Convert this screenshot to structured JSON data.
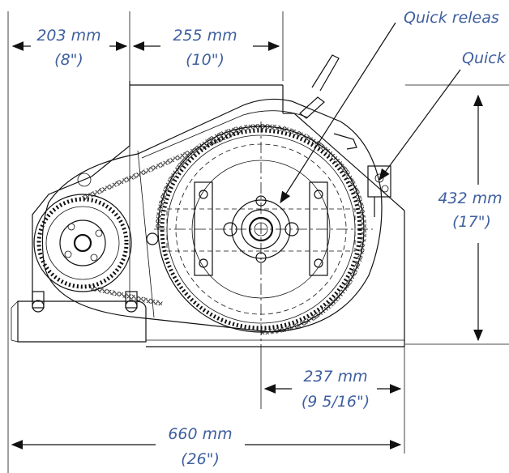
{
  "dimensions": {
    "d203": {
      "metric": "203 mm",
      "imperial": "(8\")"
    },
    "d255": {
      "metric": "255 mm",
      "imperial": "(10\")"
    },
    "d432": {
      "metric": "432 mm",
      "imperial": "(17\")"
    },
    "d237": {
      "metric": "237 mm",
      "imperial": "(9 5/16\")"
    },
    "d660": {
      "metric": "660 mm",
      "imperial": "(26\")"
    }
  },
  "callouts": {
    "quick_release_1": "Quick releas",
    "quick_release_2": "Quick"
  },
  "colors": {
    "dimension_text": "#3f5f9f",
    "drawing_lines": "#111111"
  }
}
